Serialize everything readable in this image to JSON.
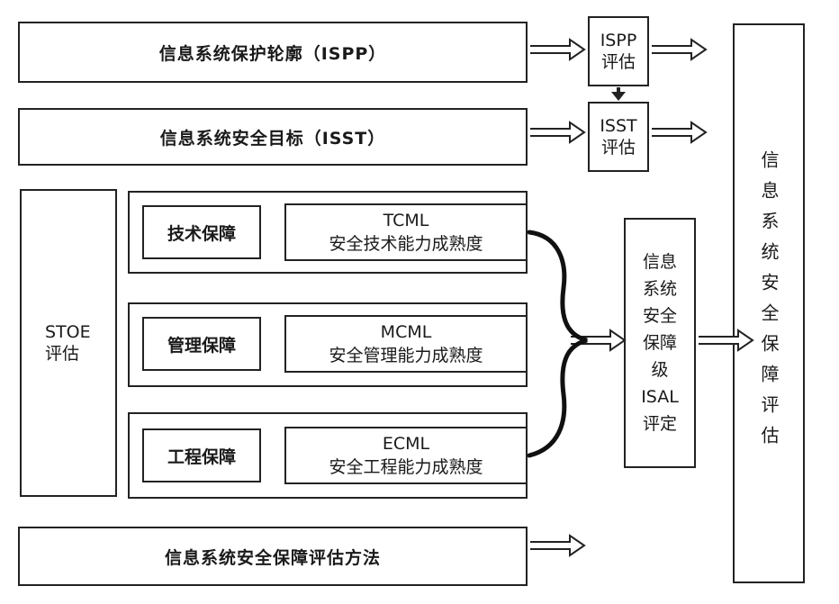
{
  "rows": {
    "ispp": "信息系统保护轮廓（ISPP）",
    "isst": "信息系统安全目标（ISST）",
    "method": "信息系统安全保障评估方法"
  },
  "eval": {
    "ispp_line1": "ISPP",
    "ispp_line2": "评估",
    "isst_line1": "ISST",
    "isst_line2": "评估",
    "stoe_line1": "STOE",
    "stoe_line2": "评估"
  },
  "groups": {
    "tech": {
      "label": "技术保障",
      "code": "TCML",
      "desc": "安全技术能力成熟度"
    },
    "mgmt": {
      "label": "管理保障",
      "code": "MCML",
      "desc": "安全管理能力成熟度"
    },
    "eng": {
      "label": "工程保障",
      "code": "ECML",
      "desc": "安全工程能力成熟度"
    }
  },
  "isal": [
    "信息",
    "系统",
    "安全",
    "保障",
    "级",
    "ISAL",
    "评定"
  ],
  "final": "信息系统安全保障评估"
}
